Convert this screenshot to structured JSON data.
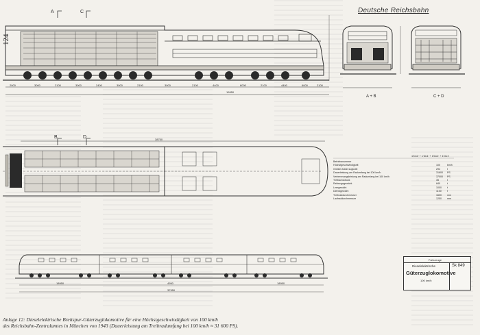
{
  "page_number": "124",
  "brand": "Deutsche Reichsbahn",
  "section_marks": {
    "a": "A",
    "c": "C",
    "b": "B",
    "d": "D"
  },
  "section_captions": {
    "ab": "A + B",
    "cd": "C + D"
  },
  "side_view_dims": [
    "2000",
    "3000",
    "2100",
    "3000",
    "2400",
    "3000",
    "2100",
    "3000",
    "2100",
    "4400",
    "6000",
    "2100",
    "4400",
    "6000",
    "2100"
  ],
  "side_overall": "19950",
  "plan_overall": "38750",
  "train_dims": [
    "18950",
    "4950",
    "18950"
  ],
  "train_overall": "37950",
  "axle_formula": "1'Do1' + 1'Do1' + 1'Do1' + 1'Do1'",
  "specs": [
    {
      "label": "Betriebsnummer",
      "value": "",
      "unit": ""
    },
    {
      "label": "Höchstgeschwindigkeit",
      "value": "100",
      "unit": "km/h"
    },
    {
      "label": "Größte Anfahrzugkraft",
      "value": "294",
      "unit": "t"
    },
    {
      "label": "Dauerleistung am Radumfang bei 100 km/h",
      "value": "31600",
      "unit": "PS"
    },
    {
      "label": "Verbrennungsleistung am Radumfang bei 100 km/h",
      "value": "37000",
      "unit": "PS"
    },
    {
      "label": "Treibachsdruck",
      "value": "35",
      "unit": "t"
    },
    {
      "label": "Reibungsgewicht",
      "value": "840",
      "unit": "t"
    },
    {
      "label": "Leergewicht",
      "value": "1000",
      "unit": "t"
    },
    {
      "label": "Dienstgewicht",
      "value": "1100",
      "unit": "t"
    },
    {
      "label": "Treibraddurchmesser",
      "value": "1600",
      "unit": "mm"
    },
    {
      "label": "Laufraddurchmesser",
      "value": "1250",
      "unit": "mm"
    }
  ],
  "title_block": {
    "header": "Fahrzeuge",
    "type": "Dieselelektrische",
    "name": "Güterzuglokomotive",
    "speed": "100 km/h",
    "number": "Sk 849"
  },
  "caption_lines": [
    "Anlage 12: Dieselelektrische Breitspur-Güterzuglokomotive für eine Höchstgeschwindigkeit von 100 km/h",
    "des Reichsbahn-Zentralamtes in München von 1943 (Dauerleistung am Treibradumfang bei 100 km/h ≈ 31 600 PS)."
  ]
}
